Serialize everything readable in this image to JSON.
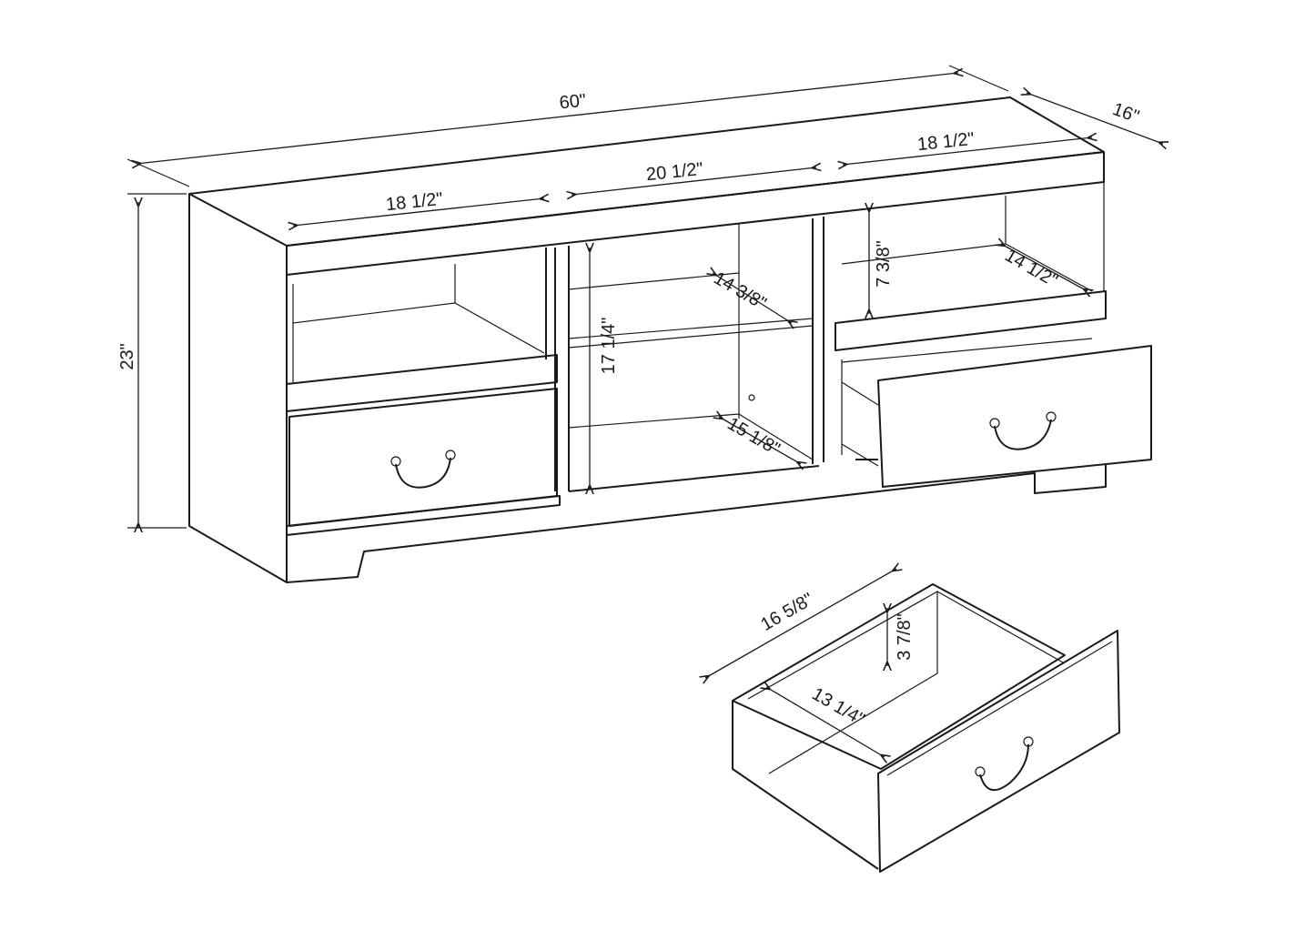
{
  "colors": {
    "line": "#1a1a1a",
    "background": "#ffffff"
  },
  "dimensions": {
    "overall_width": "60\"",
    "overall_depth": "16\"",
    "overall_height": "23\"",
    "left_section_width": "18 1/2\"",
    "center_section_width": "20 1/2\"",
    "right_section_width": "18 1/2\"",
    "center_height": "17 1/4\"",
    "center_shelf_depth": "14 3/8\"",
    "center_bottom_depth": "15 1/8\"",
    "right_open_height": "7 3/8\"",
    "right_open_depth": "14 1/2\"",
    "drawer_depth": "16 5/8\"",
    "drawer_height": "3 7/8\"",
    "drawer_inner_width": "13 1/4\""
  }
}
